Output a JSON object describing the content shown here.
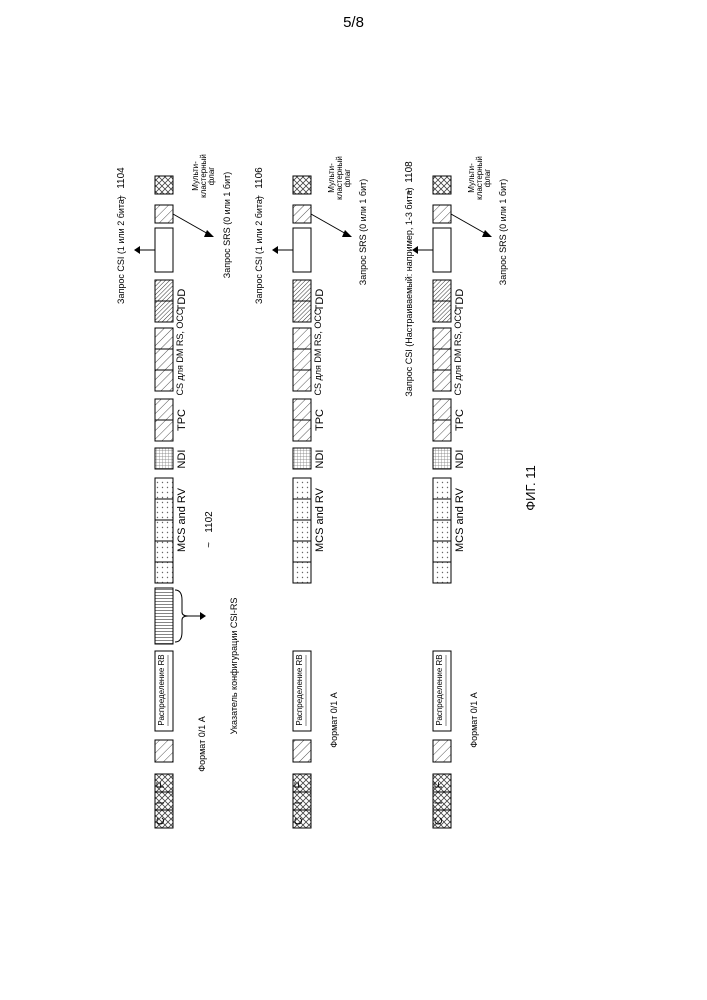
{
  "page_number": "5/8",
  "figure_caption": "ФИГ. 11",
  "row_labels": {
    "cif": "C I F",
    "resource_allocation": "Распределение RB",
    "format": "Формат 0/1 A",
    "mcs_rv": "MCS and RV",
    "ndi": "NDI",
    "tpc": "TPC",
    "cs_dmrs": "CS для DM RS, OCC",
    "tdd": "TDD",
    "srs_request": "Запрос SRS (0 или 1 бит)",
    "multicluster_flag_1": "Мульти-",
    "multicluster_flag_2": "кластерный",
    "multicluster_flag_3": "флаг"
  },
  "rows": [
    {
      "csi_request": "Запрос CSI (1 или 2 бита)",
      "ref": "1104",
      "csi_rs_indicator": "Указатель конфигурации CSI-RS",
      "csi_rs_ref": "1102"
    },
    {
      "csi_request": "Запрос CSI (1 или 2 бита)",
      "ref": "1106"
    },
    {
      "csi_request": "Запрос CSI (Настраиваемый: например, 1-3 бита)",
      "ref": "1108"
    }
  ]
}
